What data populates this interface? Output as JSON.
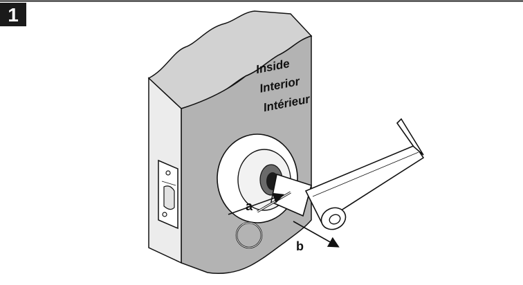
{
  "step": {
    "number": "1"
  },
  "door_labels": {
    "line1": "Inside",
    "line2": "Interior",
    "line3": "Intérieur"
  },
  "callouts": {
    "a": "a",
    "b": "b"
  },
  "colors": {
    "badge": "#1a1a1a",
    "door_face": "#b3b3b3",
    "door_top": "#d2d2d2",
    "door_edge": "#ececec",
    "outline": "#111111",
    "rule": "#222222"
  },
  "icons": {
    "lever": "lever-handle-icon",
    "rose": "rose-icon",
    "latch": "latch-plate-icon",
    "pin": "pull-pin-icon",
    "arrow": "direction-arrow-icon"
  }
}
